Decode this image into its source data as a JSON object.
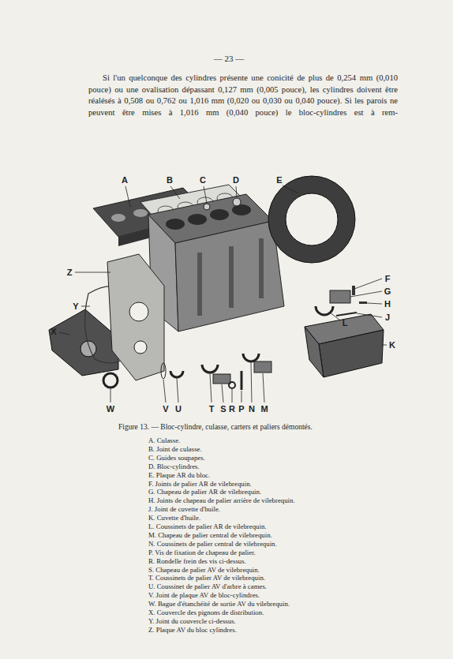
{
  "diagram": {
    "caption": "Figure 13. — Bloc-cylindre, culasse, carters et paliers démontés.",
    "labels": [
      "— 23 —",
      "Si l'un quelconque des cylindres présente une conicité de plus de 0,254 mm (0,010 pouce) ou une ovalisation dépassant 0,127 mm (0,005 pouce), les cylindres doivent être réalésés à 0,508 ou 0,762 ou 1,016 mm (0,020 ou 0,030 ou 0,040 pouce). Si les parois ne peuvent être mises à 1,016 mm (0,040 pouce) le bloc-cylindres est à rem-",
      "A",
      "B",
      "C",
      "D",
      "E",
      "Z",
      "Y",
      "X",
      "F",
      "G",
      "H",
      "J",
      "K",
      "L",
      "W",
      "V",
      "U",
      "T",
      "S",
      "R",
      "P",
      "N",
      "M",
      "A. Culasse.",
      "B. Joint de culasse.",
      "C. Guides soupapes.",
      "D. Bloc-cylindres.",
      "E. Plaque AR du bloc.",
      "F. Joints de palier AR de vilebrequin.",
      "G. Chapeau de palier AR de vilebrequin.",
      "H. Joints de chapeau de palier arrière de vilebrequin.",
      "J. Joint de cuvette d'huile.",
      "K. Cuvette d'huile.",
      "L. Coussinets de palier AR de vilebrequin.",
      "M. Chapeau de palier central de vilebrequin.",
      "N. Coussinets de palier central de vilebrequin.",
      "P. Vis de fixation de chapeau de palier.",
      "R. Rondelle frein des vis ci-dessus.",
      "S. Chapeau de palier AV de vilebrequin.",
      "T. Coussinets de palier AV de vilebrequin.",
      "U. Coussinet de palier AV d'arbre à cames.",
      "V. Joint de plaque AV de bloc-cylindres.",
      "W. Bague d'étanchéité de sortie AV du vilebrequin.",
      "X. Couvercle des pignons de distribution.",
      "Y. Joint du couvercle ci-dessus.",
      "Z. Plaque AV du bloc cylindres."
    ]
  }
}
